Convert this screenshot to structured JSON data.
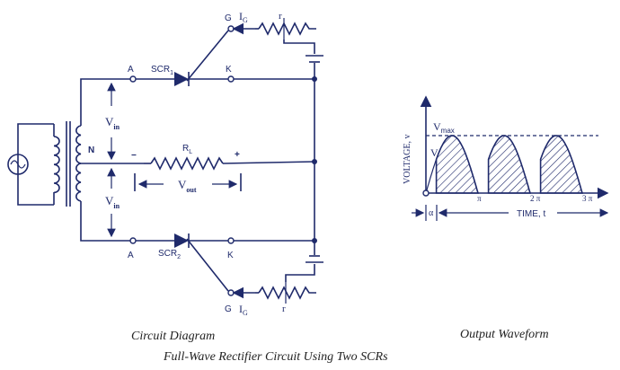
{
  "circuit": {
    "top_scr": {
      "gate": "G",
      "gate_current": "I",
      "gate_current_sub": "G",
      "resistor": "r",
      "anode": "A",
      "scr": "SCR",
      "scr_sub": "1",
      "cathode": "K"
    },
    "bottom_scr": {
      "gate": "G",
      "gate_current": "I",
      "gate_current_sub": "G",
      "resistor": "r",
      "anode": "A",
      "scr": "SCR",
      "scr_sub": "2",
      "cathode": "K"
    },
    "vin_top": {
      "main": "V",
      "sub": "in"
    },
    "vin_bottom": {
      "main": "V",
      "sub": "in"
    },
    "center_tap": "N",
    "load": {
      "main": "R",
      "sub": "L"
    },
    "minus": "−",
    "plus": "+",
    "vout": {
      "main": "V",
      "sub": "out"
    }
  },
  "waveform": {
    "ylabel": "VOLTAGE, v",
    "vmax": {
      "main": "V",
      "sub": "max"
    },
    "v": "V",
    "xticks": [
      "π",
      "2 π",
      "3 π"
    ],
    "alpha": "α",
    "xlabel": "TIME, t",
    "firing_angle_fraction": 0.2
  },
  "captions": {
    "circuit": "Circuit Diagram",
    "waveform": "Output Waveform",
    "title": "Full-Wave Rectifier Circuit Using Two SCRs"
  },
  "colors": {
    "ink": "#1f2a6b"
  }
}
